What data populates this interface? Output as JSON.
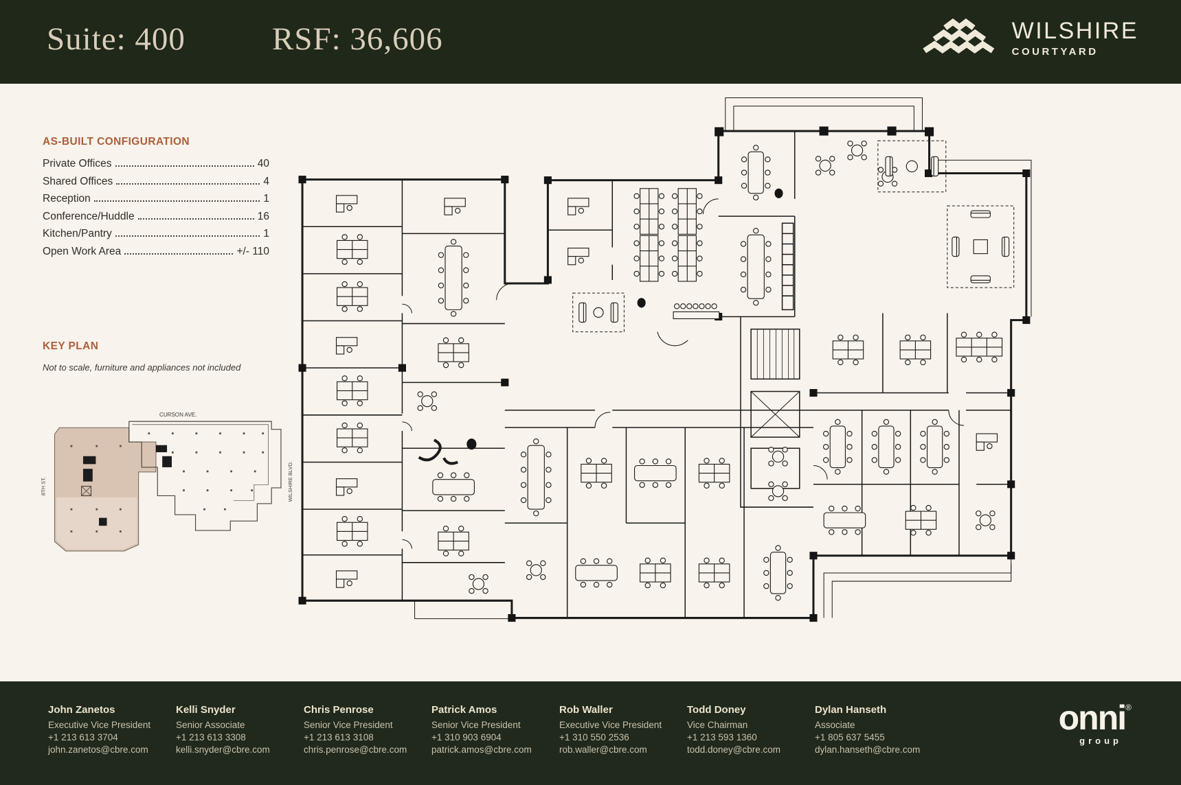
{
  "header": {
    "suite_label": "Suite: 400",
    "rsf_label": "RSF: 36,606",
    "brand": {
      "name": "WILSHIRE",
      "sub": "COURTYARD"
    }
  },
  "config": {
    "heading": "AS-BUILT CONFIGURATION",
    "items": [
      {
        "label": "Private Offices",
        "value": "40"
      },
      {
        "label": "Shared Offices",
        "value": "4"
      },
      {
        "label": "Reception",
        "value": "1"
      },
      {
        "label": "Conference/Huddle",
        "value": "16"
      },
      {
        "label": "Kitchen/Pantry",
        "value": "1"
      },
      {
        "label": "Open Work Area",
        "value": "+/- 110"
      }
    ]
  },
  "key_plan": {
    "heading": "KEY PLAN",
    "note": "Not to scale, furniture and appliances not included",
    "streets": {
      "top": "CURSON AVE.",
      "right": "WILSHIRE BLVD.",
      "left": "8TH ST."
    },
    "highlight_color": "#d9c3b3"
  },
  "footer": {
    "contacts": [
      {
        "name": "John Zanetos",
        "title": "Executive Vice President",
        "phone": "+1 213 613 3704",
        "email": "john.zanetos@cbre.com"
      },
      {
        "name": "Kelli Snyder",
        "title": "Senior Associate",
        "phone": "+1 213 613 3308",
        "email": "kelli.snyder@cbre.com"
      },
      {
        "name": "Chris Penrose",
        "title": "Senior Vice President",
        "phone": "+1 213 613 3108",
        "email": "chris.penrose@cbre.com"
      },
      {
        "name": "Patrick Amos",
        "title": "Senior Vice President",
        "phone": "+1 310 903 6904",
        "email": "patrick.amos@cbre.com"
      },
      {
        "name": "Rob Waller",
        "title": "Executive Vice President",
        "phone": "+1 310 550 2536",
        "email": "rob.waller@cbre.com"
      },
      {
        "name": "Todd Doney",
        "title": "Vice Chairman",
        "phone": "+1 213 593 1360",
        "email": "todd.doney@cbre.com"
      },
      {
        "name": "Dylan Hanseth",
        "title": "Associate",
        "phone": "+1 805 637 5455",
        "email": "dylan.hanseth@cbre.com"
      }
    ],
    "logo": {
      "text": "onni",
      "registered": "®",
      "sub": "group"
    }
  },
  "colors": {
    "header_green": "#1f2819",
    "background_cream": "#f8f3ec",
    "accent_rust": "#ae5e3a",
    "plan_line": "#1b1b1b",
    "keyplan_highlight": "#d9c3b3",
    "footer_text": "#c9c2ac"
  }
}
